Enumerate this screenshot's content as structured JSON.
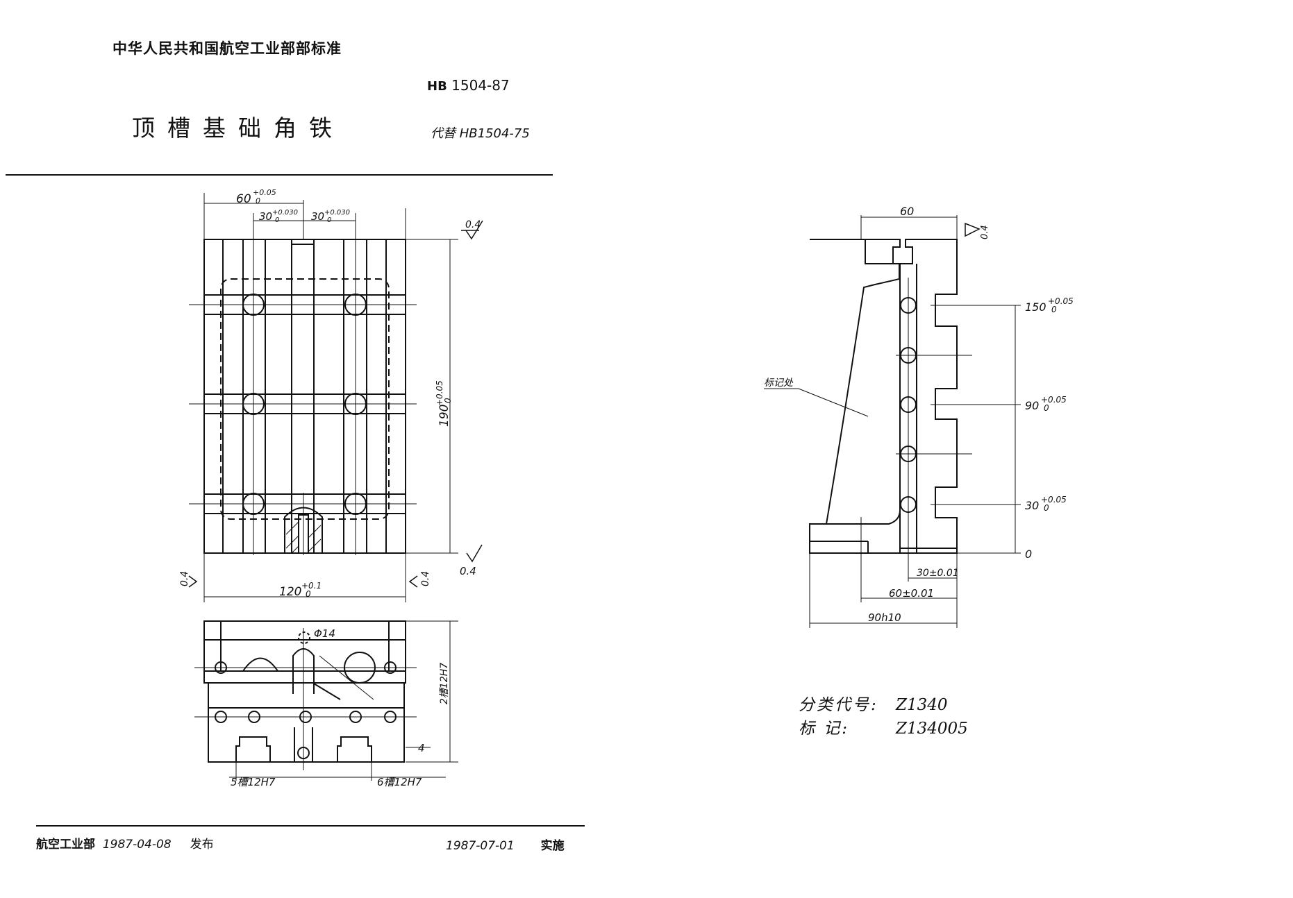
{
  "header": {
    "issuer": "中华人民共和国航空工业部部标准",
    "title": "顶槽基础角铁",
    "standard_prefix": "HB",
    "standard_number": "1504-87",
    "replaces": "代替 HB1504-75"
  },
  "front_view": {
    "dim_top_width": "60",
    "dim_top_width_tol": "+0.05",
    "dim_top_width_tol_low": "0",
    "dim_slot_left": "30",
    "dim_slot_left_tol": "+0.030",
    "dim_slot_left_tol_low": "0",
    "dim_slot_right": "30",
    "dim_slot_right_tol": "+0.030",
    "dim_slot_right_tol_low": "0",
    "dim_height": "190",
    "dim_height_tol": "+0.05",
    "dim_height_tol_low": "0",
    "dim_width": "120",
    "dim_width_tol": "+0.1",
    "dim_width_tol_low": "0",
    "roughness": "0.4"
  },
  "bottom_view": {
    "hole_dia": "Φ14",
    "slot_right_vertical": "2槽12H7",
    "dim_four": "4",
    "slot_left": "5槽12H7",
    "slot_right": "6槽12H7"
  },
  "side_view": {
    "dim_top": "60",
    "roughness": "0.4",
    "dim_150": "150",
    "dim_150_tol": "+0.05",
    "dim_150_tol_low": "0",
    "dim_90": "90",
    "dim_90_tol": "+0.05",
    "dim_90_tol_low": "0",
    "dim_30": "30",
    "dim_30_tol": "+0.05",
    "dim_30_tol_low": "0",
    "dim_zero": "0",
    "dim_30_pm": "30±0.01",
    "dim_60_pm": "60±0.01",
    "dim_90_h10": "90h10",
    "marking_label": "标记处"
  },
  "classification": {
    "code_label": "分类代号:",
    "code_value": "Z1340",
    "mark_label": "标   记:",
    "mark_value": "Z134005"
  },
  "footer": {
    "publisher": "航空工业部",
    "publish_date": "1987-04-08",
    "publish_word": "发布",
    "effective_date": "1987-07-01",
    "effective_word": "实施"
  }
}
